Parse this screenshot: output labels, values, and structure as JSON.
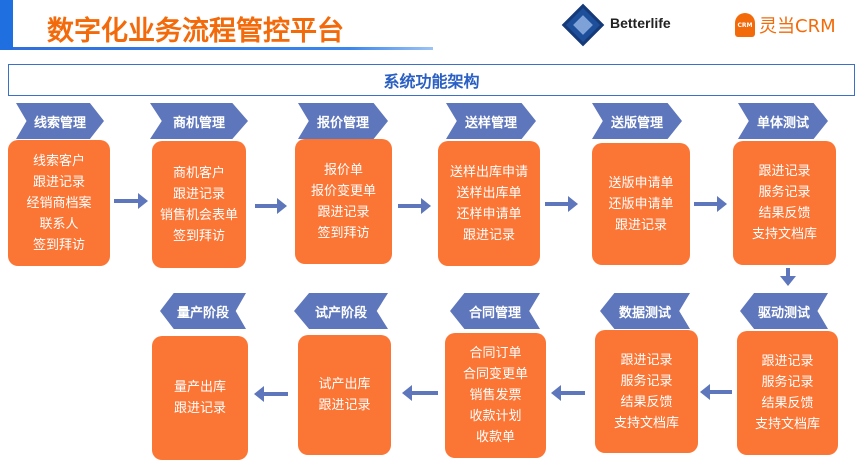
{
  "header": {
    "title": "数字化业务流程管控平台",
    "brand1": "Betterlife",
    "brand2": "灵当CRM",
    "brand2_badge": "CRM"
  },
  "section_title": "系统功能架构",
  "stages": [
    {
      "label": "线索管理",
      "items": [
        "线索客户",
        "跟进记录",
        "经销商档案",
        "联系人",
        "签到拜访"
      ]
    },
    {
      "label": "商机管理",
      "items": [
        "商机客户",
        "跟进记录",
        "销售机会表单",
        "签到拜访"
      ]
    },
    {
      "label": "报价管理",
      "items": [
        "报价单",
        "报价变更单",
        "跟进记录",
        "签到拜访"
      ]
    },
    {
      "label": "送样管理",
      "items": [
        "送样出库申请",
        "送样出库单",
        "还样申请单",
        "跟进记录"
      ]
    },
    {
      "label": "送版管理",
      "items": [
        "送版申请单",
        "还版申请单",
        "跟进记录"
      ]
    },
    {
      "label": "单体测试",
      "items": [
        "跟进记录",
        "服务记录",
        "结果反馈",
        "支持文档库"
      ]
    },
    {
      "label": "驱动测试",
      "items": [
        "跟进记录",
        "服务记录",
        "结果反馈",
        "支持文档库"
      ]
    },
    {
      "label": "数据测试",
      "items": [
        "跟进记录",
        "服务记录",
        "结果反馈",
        "支持文档库"
      ]
    },
    {
      "label": "合同管理",
      "items": [
        "合同订单",
        "合同变更单",
        "销售发票",
        "收款计划",
        "收款单"
      ]
    },
    {
      "label": "试产阶段",
      "items": [
        "试产出库",
        "跟进记录"
      ]
    },
    {
      "label": "量产阶段",
      "items": [
        "量产出库",
        "跟进记录"
      ]
    }
  ],
  "colors": {
    "accent": "#f36a0a",
    "tag": "#5e76bb",
    "box": "#fb7535",
    "section": "#2a5fc4"
  }
}
